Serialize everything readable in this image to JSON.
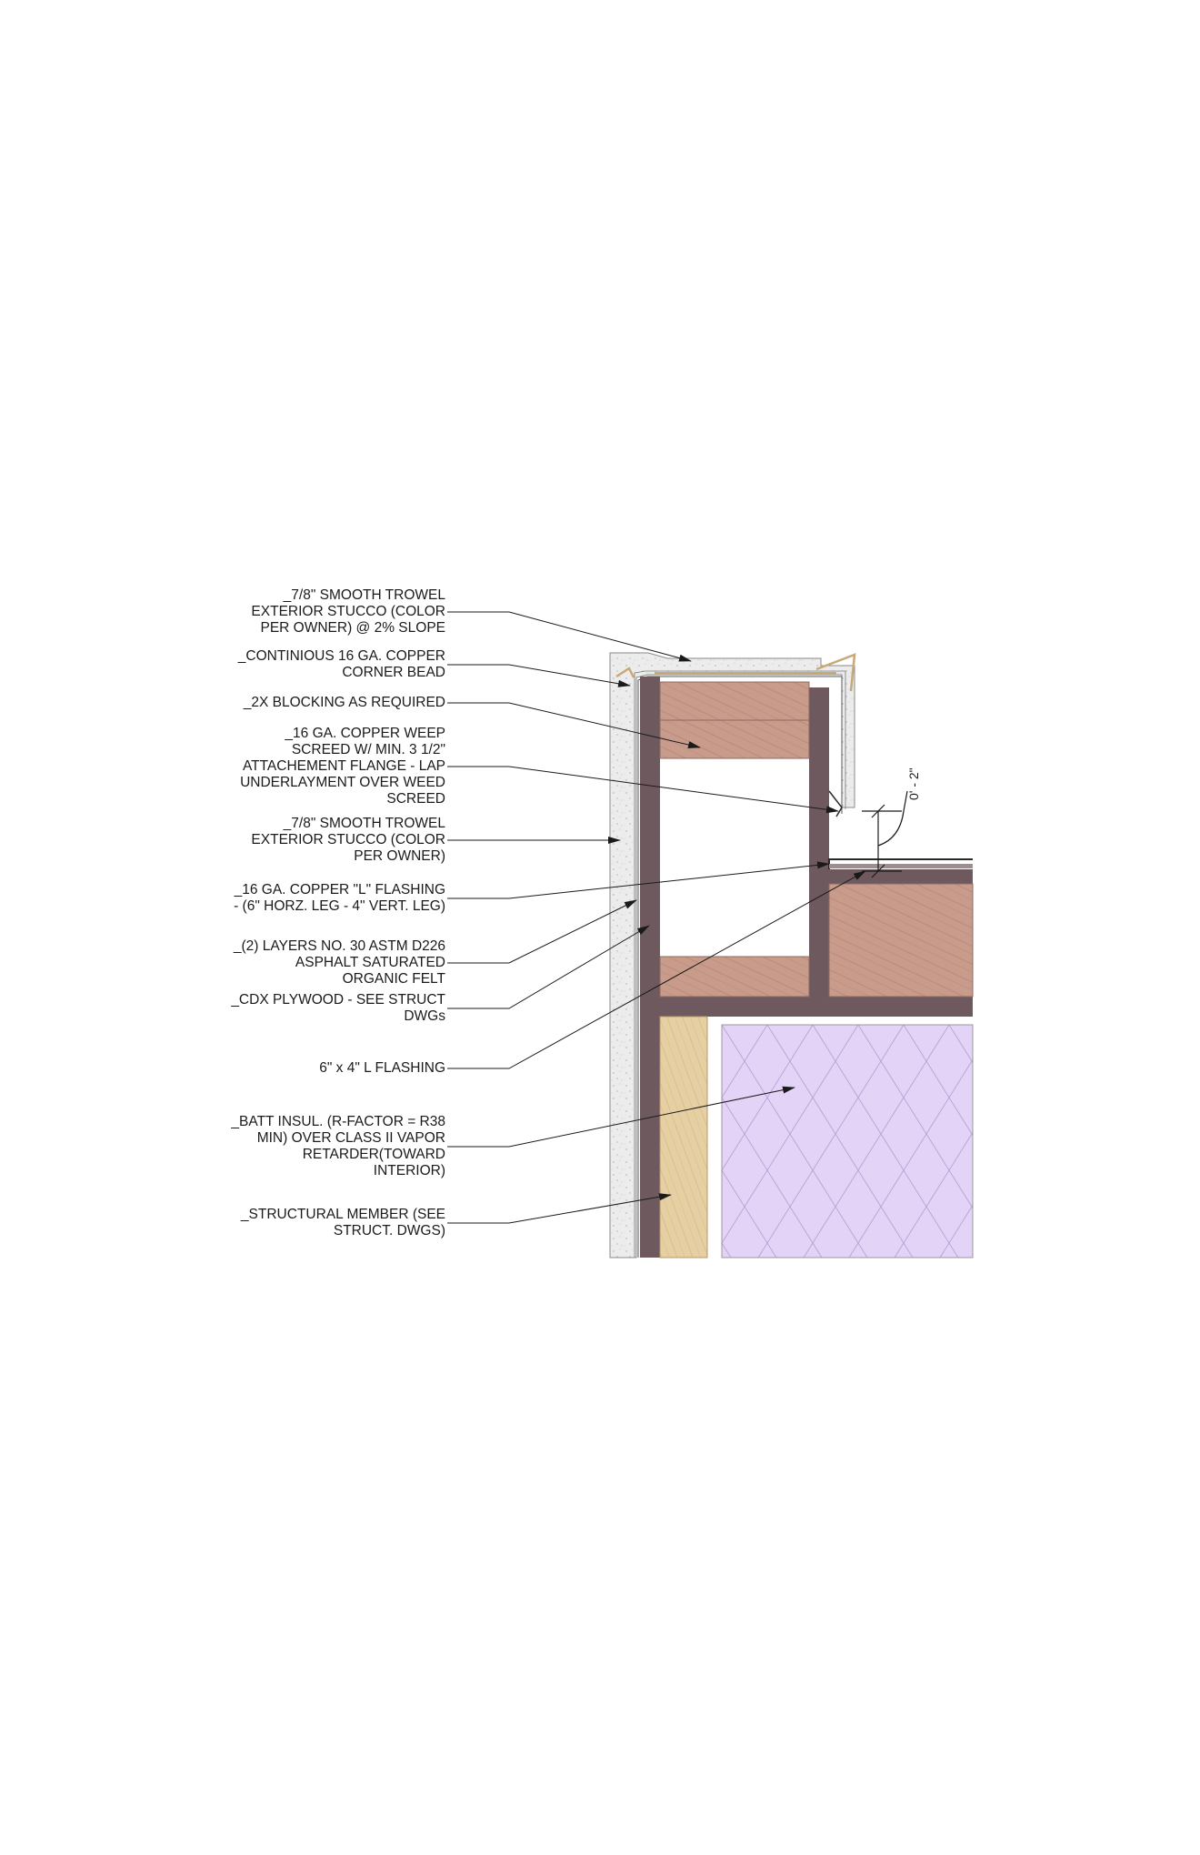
{
  "detail": {
    "callouts": [
      {
        "id": "stucco-cap",
        "text": "_7/8\" SMOOTH TROWEL\nEXTERIOR STUCCO (COLOR\nPER OWNER) @ 2% SLOPE"
      },
      {
        "id": "corner-bead",
        "text": "_CONTINIOUS 16 GA. COPPER\nCORNER BEAD"
      },
      {
        "id": "blocking",
        "text": "_2X BLOCKING AS REQUIRED"
      },
      {
        "id": "weep-screed",
        "text": "_16 GA. COPPER WEEP\nSCREED W/ MIN. 3 1/2\"\nATTACHEMENT FLANGE - LAP\nUNDERLAYMENT OVER WEED\nSCREED"
      },
      {
        "id": "stucco-wall",
        "text": "_7/8\" SMOOTH TROWEL\nEXTERIOR STUCCO (COLOR\nPER OWNER)"
      },
      {
        "id": "l-flashing",
        "text": "_16 GA. COPPER \"L\" FLASHING\n- (6\" HORZ. LEG - 4\" VERT. LEG)"
      },
      {
        "id": "felt",
        "text": "_(2) LAYERS NO. 30 ASTM D226\nASPHALT SATURATED\nORGANIC FELT"
      },
      {
        "id": "plywood",
        "text": "_CDX PLYWOOD - SEE STRUCT\nDWGs"
      },
      {
        "id": "l-flashing-6x4",
        "text": "6\" x 4\" L FLASHING"
      },
      {
        "id": "batt",
        "text": "_BATT INSUL. (R-FACTOR = R38\nMIN) OVER CLASS II VAPOR\nRETARDER(TOWARD\nINTERIOR)"
      },
      {
        "id": "structural",
        "text": "_STRUCTURAL MEMBER (SEE\nSTRUCT. DWGS)"
      }
    ],
    "dimension": "0' - 2\"",
    "colors": {
      "stucco": "#e9e9e9",
      "plywood": "#6e5a5e",
      "blocking_wood": "#c89b8a",
      "stud_wood": "#e6cfa2",
      "insulation": "#e3d3f6",
      "copper": "#c9a878",
      "line": "#1a1a1a"
    }
  }
}
